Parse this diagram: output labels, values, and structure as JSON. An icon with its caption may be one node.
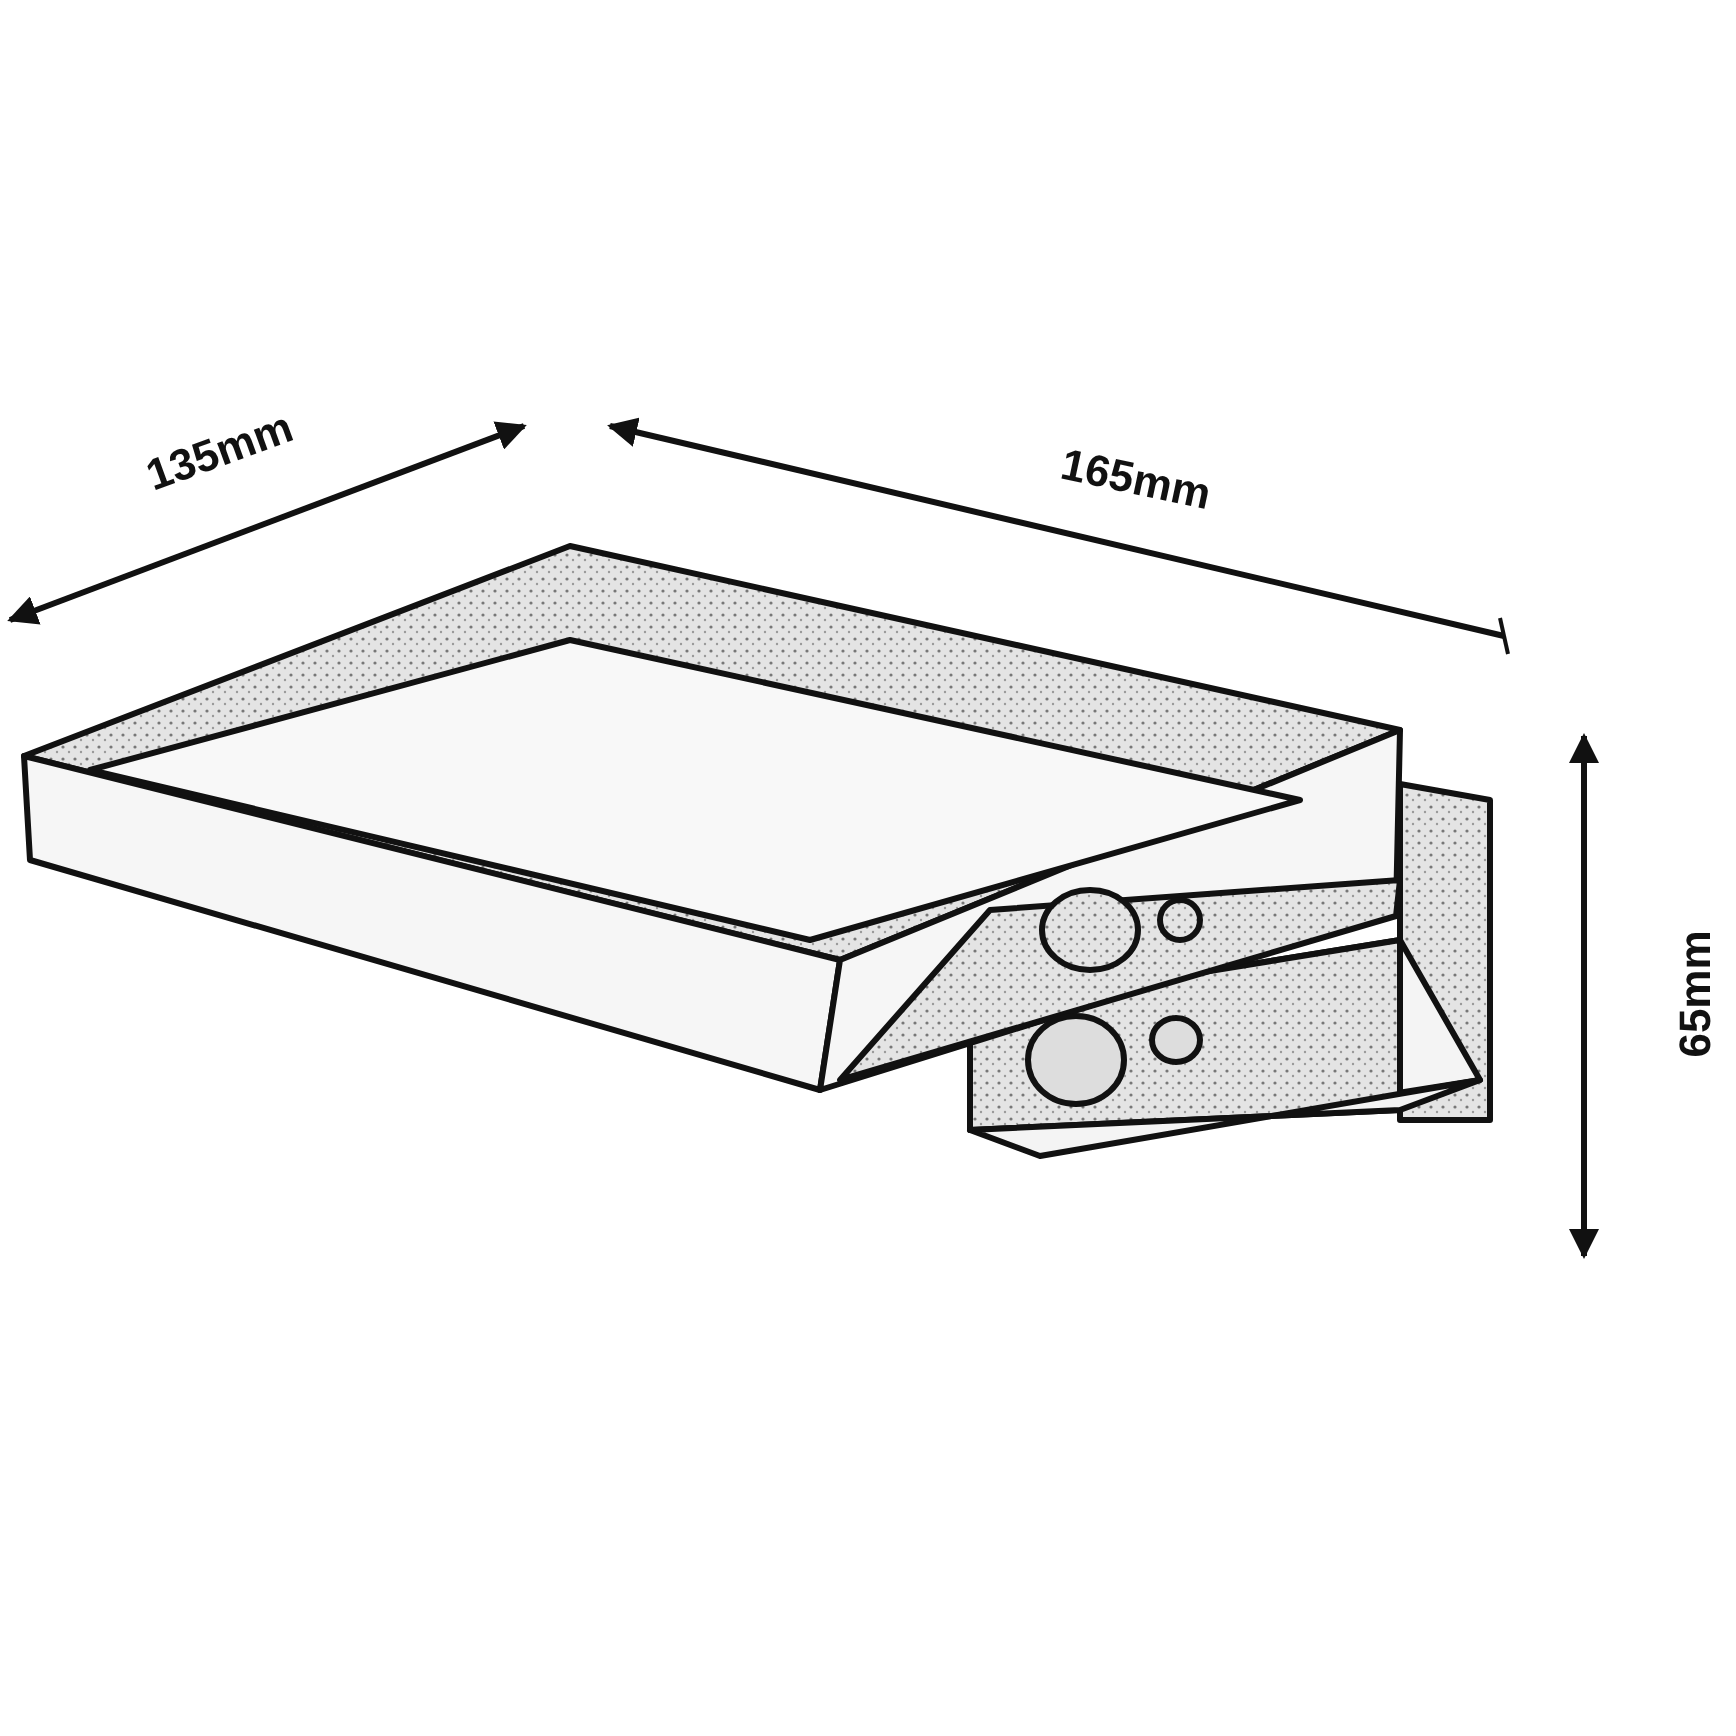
{
  "diagram": {
    "labels": [
      "135mm",
      "165mm",
      "65mm"
    ]
  }
}
